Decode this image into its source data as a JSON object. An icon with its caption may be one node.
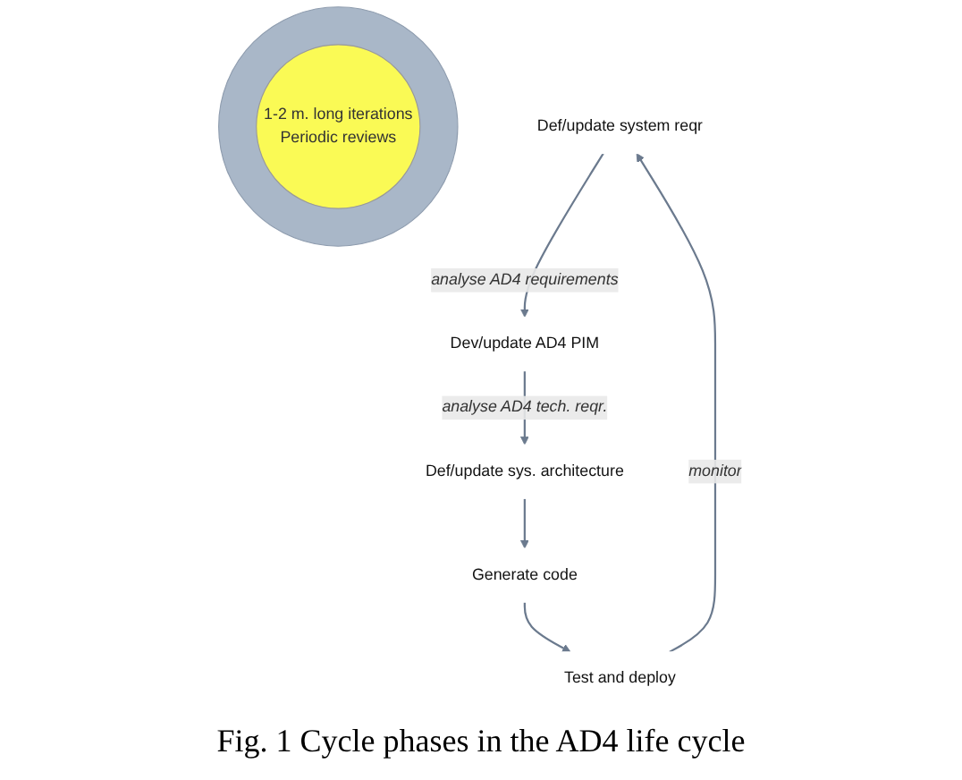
{
  "diagram": {
    "caption": "Fig. 1 Cycle phases in the AD4 life cycle",
    "nodes": [
      {
        "text": [],
        "shape": "circle"
      },
      {
        "text": [
          "1-2 m. long iterations",
          "Periodic reviews"
        ],
        "in": 0
      },
      {
        "text": [
          "Def/update  system reqr"
        ]
      },
      {
        "text": [
          "Dev/update AD4 PIM"
        ]
      },
      {
        "text": [
          "Def/update sys. architecture"
        ]
      },
      {
        "text": [
          "Generate code"
        ]
      },
      {
        "text": [
          "Test and deploy"
        ]
      }
    ],
    "edges": [
      {
        "from": 2,
        "to": 3,
        "arrow": "to",
        "label": "analyse AD4 requirements"
      },
      {
        "from": 3,
        "to": 4,
        "arrow": "to",
        "label": "analyse AD4 tech. reqr."
      },
      {
        "from": 4,
        "to": 5,
        "arrow": "to"
      },
      {
        "from": 5,
        "to": 6,
        "arrow": "to"
      },
      {
        "from": 6,
        "to": 2,
        "arrow": "to",
        "label": "monitor"
      }
    ]
  }
}
